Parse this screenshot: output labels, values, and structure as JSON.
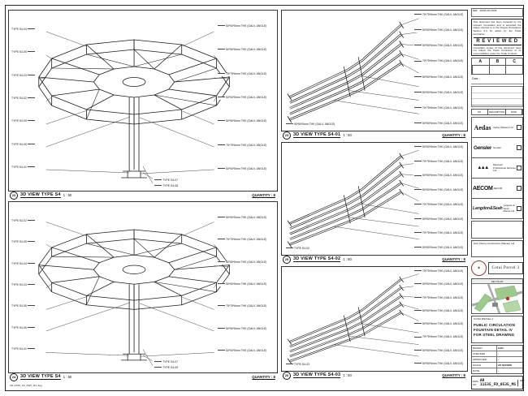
{
  "sheet": {
    "plot_stamp": "AR 11535_FD_0535_MS.dwg"
  },
  "colors": {
    "map_green": "#9ec98c",
    "seal_red": "#8a3a2a",
    "marker_red": "#cc2222"
  },
  "panels": [
    {
      "bubble": "22",
      "title": "3D VIEW TYPE S4",
      "scale": "1 : 50",
      "quantity": "QUANTITY : 8",
      "labels_left": [
        "TYPE S4-04",
        "TYPE S4-05",
        "TYPE S4-03",
        "TYPE S4-02",
        "TYPE S4-09",
        "TYPE S4-06",
        "TYPE S4-01"
      ],
      "labels_right": [
        "50*50*5mm THK (GALV. ANGLE)",
        "50*50*5mm THK (GALV. ANGLE)",
        "75*75*6mm THK (GALV. ANGLE)",
        "50*50*5mm THK (GALV. ANGLE)",
        "50*50*5mm THK (GALV. ANGLE)",
        "75*75*6mm THK (GALV. ANGLE)",
        "50*50*5mm THK (GALV. ANGLE)"
      ],
      "labels_bottom": [
        "TYPE S4-07",
        "TYPE S4-08"
      ]
    },
    {
      "bubble": "24",
      "title": "3D VIEW TYPE S4",
      "scale": "1 : 50",
      "quantity": "QUANTITY : 8",
      "labels_left": [
        "TYPE S4-02",
        "TYPE S4-05",
        "TYPE S4-04",
        "TYPE S4-03",
        "TYPE S4-08",
        "TYPE S4-06",
        "TYPE S4-01"
      ],
      "labels_right": [
        "50*50*5mm THK (GALV. ANGLE)",
        "75*75*6mm THK (GALV. ANGLE)",
        "50*50*5mm THK (GALV. ANGLE)",
        "50*50*5mm THK (GALV. ANGLE)",
        "75*75*6mm THK (GALV. ANGLE)",
        "50*50*5mm THK (GALV. ANGLE)",
        "50*50*5mm THK (GALV. ANGLE)"
      ],
      "labels_bottom": [
        "TYPE S4-07",
        "TYPE S4-09"
      ]
    },
    {
      "bubble": "23",
      "title": "3D VIEW TYPE S4-01",
      "scale": "1 : 50",
      "quantity": "QUANTITY : 8",
      "labels_left": [
        "50*50*5mm THK (GALV. ANGLE)"
      ],
      "labels_right": [
        "75*75*6mm THK (GALV. ANGLE)",
        "50*50*5mm THK (GALV. ANGLE)",
        "50*50*5mm THK (GALV. ANGLE)",
        "75*75*6mm THK (GALV. ANGLE)",
        "50*50*5mm THK (GALV. ANGLE)",
        "50*50*5mm THK (GALV. ANGLE)",
        "75*75*6mm THK (GALV. ANGLE)",
        "50*50*5mm THK (GALV. ANGLE)"
      ],
      "labels_bottom": []
    },
    {
      "bubble": "25",
      "title": "3D VIEW TYPE S4-02",
      "scale": "1 : 50",
      "quantity": "QUANTITY : 8",
      "labels_left": [
        "TYPE S4-02"
      ],
      "labels_right": [
        "50*50*5mm THK (GALV. ANGLE)",
        "75*75*6mm THK (GALV. ANGLE)",
        "50*50*5mm THK (GALV. ANGLE)",
        "50*50*5mm THK (GALV. ANGLE)",
        "75*75*6mm THK (GALV. ANGLE)",
        "50*50*5mm THK (GALV. ANGLE)",
        "75*75*6mm THK (GALV. ANGLE)",
        "50*50*5mm THK (GALV. ANGLE)"
      ],
      "labels_bottom": []
    },
    {
      "bubble": "26",
      "title": "3D VIEW TYPE S4-03",
      "scale": "1 : 50",
      "quantity": "QUANTITY : 8",
      "labels_left": [
        "TYPE S4-03"
      ],
      "labels_right": [
        "75*75*6mm THK (GALV. ANGLE)",
        "50*50*5mm THK (GALV. ANGLE)",
        "75*75*6mm THK (GALV. ANGLE)",
        "50*50*5mm THK (GALV. ANGLE)",
        "50*50*5mm THK (GALV. ANGLE)",
        "75*75*6mm THK (GALV. ANGLE)",
        "50*50*5mm THK (GALV. ANGLE)",
        "50*50*5mm THK (GALV. ANGLE)"
      ],
      "labels_bottom": []
    }
  ],
  "titleblock": {
    "doc_ref": "REF : 11535-FD-0535",
    "review": {
      "note_top": "This document has been reviewed by the relevant Consultant and is accorded the status referred to in the Project Procedures Section 5.4 for action by the Trade Contractor.",
      "stamp": "R E V I E W E D",
      "note_bottom": "Consultant review of this document does not relieve the Trade Contractor of its responsibilities under the Trade Contract."
    },
    "status_columns": [
      "A",
      "B",
      "C"
    ],
    "date_label": "Date :",
    "rev_header": [
      "NO.",
      "DESCRIPTION",
      "DATE"
    ],
    "consultants": [
      {
        "logo": "Aedas",
        "name": "Aedas (Macau) Ltd."
      },
      {
        "logo": "Gensler",
        "name": "Gensler"
      },
      {
        "logo": "▲▲▲",
        "name": "Maunsell Professional Services Ltd."
      },
      {
        "logo": "AECOM",
        "name": "AECOM"
      },
      {
        "logo": "Langdon&Seah",
        "name": "Langdon & Seah Macau Ltd."
      }
    ],
    "contractor": "Hsin Chong Construction (Macau) Ltd.",
    "project_stamp": "Cotai Parcel 3",
    "key_plan_label": "KEY PLAN",
    "project_line": "COTAI PARCEL 3",
    "title_lines": [
      "PUBLIC CIRCULATION",
      "FOUNTAIN DETAIL IV",
      "FOR STEEL DRAWING"
    ],
    "fields": [
      {
        "label": "DRAWN",
        "value": "CAD"
      },
      {
        "label": "CHECKED",
        "value": "-"
      },
      {
        "label": "APPROVED",
        "value": "-"
      },
      {
        "label": "SCALE",
        "value": "AS SHOWN"
      },
      {
        "label": "DATE",
        "value": "-"
      }
    ],
    "dwg": {
      "label": "DWG NO.",
      "number": "AR 11535_FD_0535_MS",
      "rev_label": "REV",
      "rev": "-"
    }
  }
}
